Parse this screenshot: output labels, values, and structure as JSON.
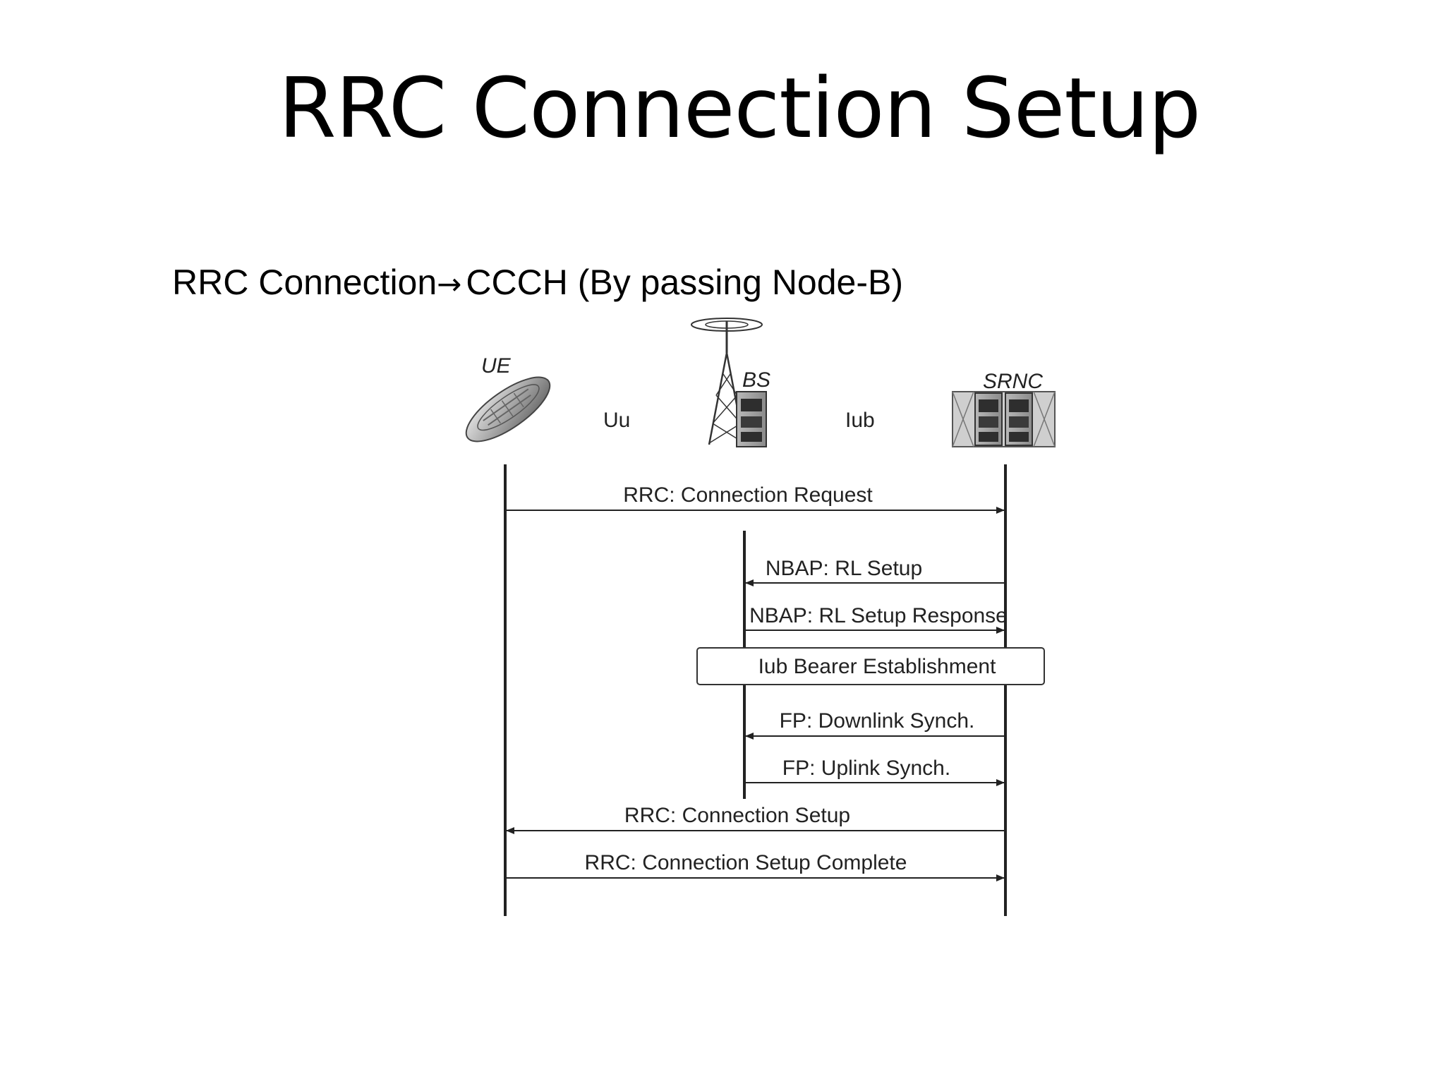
{
  "slide": {
    "title": "RRC Connection Setup",
    "subtitle_left": "RRC Connection",
    "subtitle_arrow": "→",
    "subtitle_right": "CCCH  (By passing Node-B)"
  },
  "diagram": {
    "nodes": {
      "ue": "UE",
      "bs": "BS",
      "srnc": "SRNC"
    },
    "interfaces": {
      "uu": "Uu",
      "iub": "Iub"
    },
    "messages": [
      {
        "label": "RRC: Connection Request",
        "from": "UE",
        "to": "SRNC"
      },
      {
        "label": "NBAP: RL Setup",
        "from": "SRNC",
        "to": "BS"
      },
      {
        "label": "NBAP: RL Setup Response",
        "from": "BS",
        "to": "SRNC"
      },
      {
        "label": "FP: Downlink Synch.",
        "from": "SRNC",
        "to": "BS"
      },
      {
        "label": "FP: Uplink Synch.",
        "from": "BS",
        "to": "SRNC"
      },
      {
        "label": "RRC: Connection Setup",
        "from": "SRNC",
        "to": "UE"
      },
      {
        "label": "RRC: Connection Setup Complete",
        "from": "UE",
        "to": "SRNC"
      }
    ],
    "bearer_box": "Iub Bearer Establishment"
  }
}
